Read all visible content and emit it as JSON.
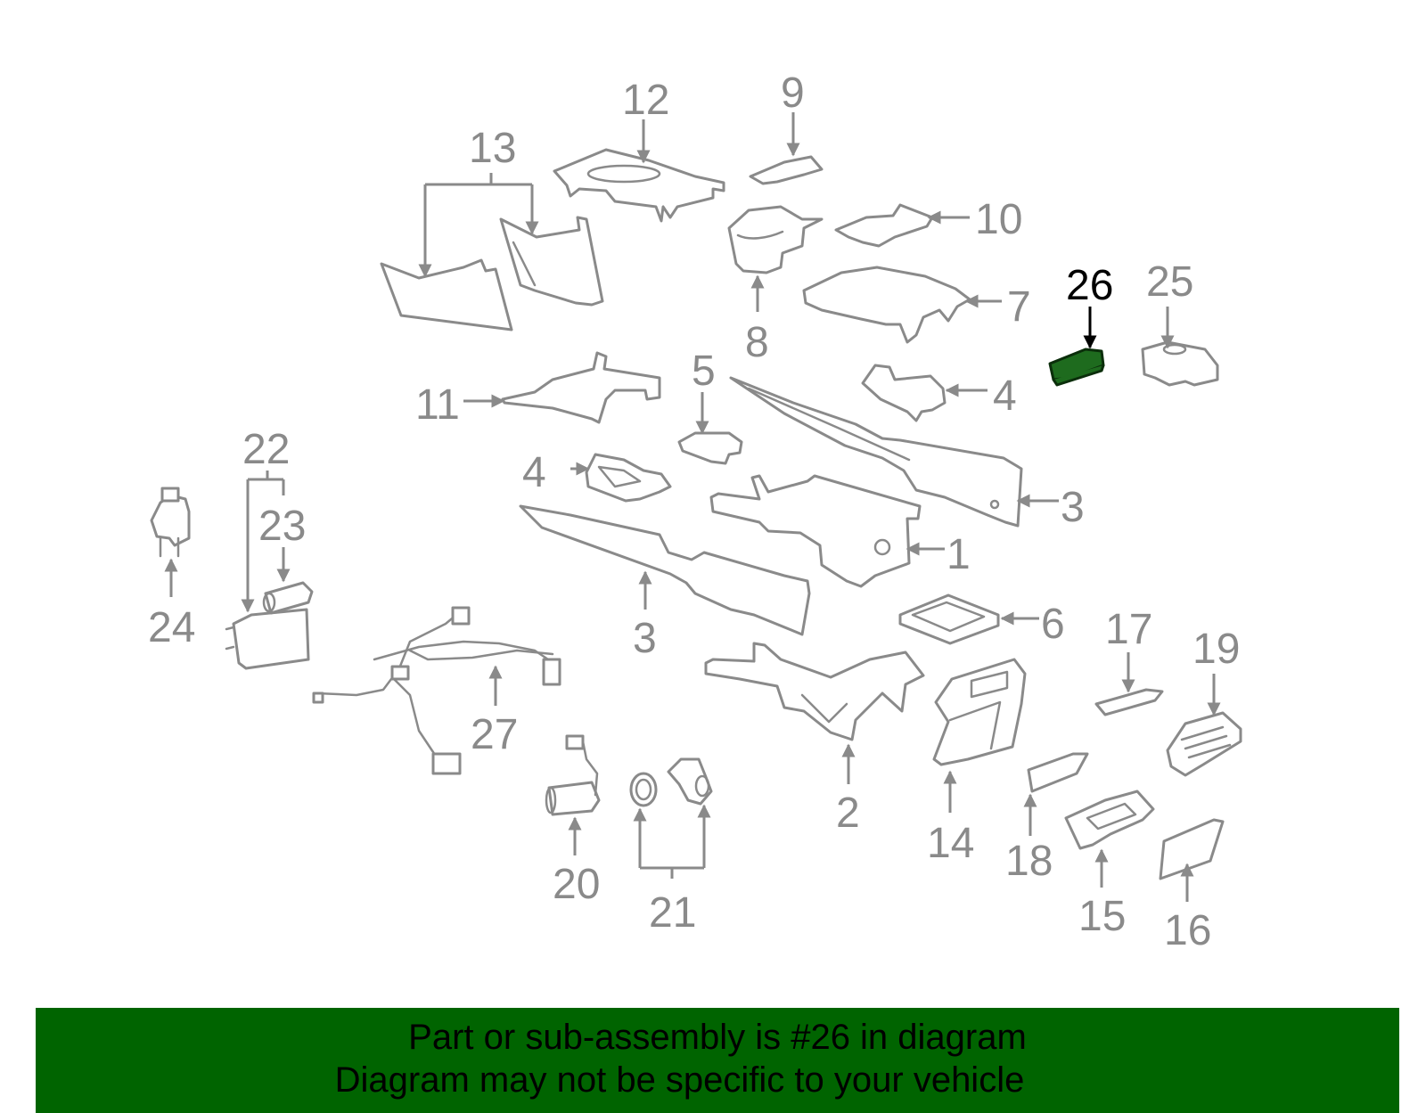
{
  "diagram": {
    "callouts": [
      "1",
      "2",
      "3",
      "3",
      "4",
      "4",
      "5",
      "6",
      "7",
      "8",
      "9",
      "10",
      "11",
      "12",
      "13",
      "14",
      "15",
      "16",
      "17",
      "18",
      "19",
      "20",
      "21",
      "22",
      "23",
      "24",
      "25",
      "26",
      "27"
    ],
    "highlighted_part": "26"
  },
  "footer": {
    "line1": "Part or sub-assembly is #26 in diagram",
    "line2": "Diagram may not be specific to your vehicle"
  },
  "colors": {
    "part_outline": "#8a8a8a",
    "highlight_fill": "#1e6b1e",
    "footer_background": "#006400",
    "footer_text": "#000000"
  }
}
